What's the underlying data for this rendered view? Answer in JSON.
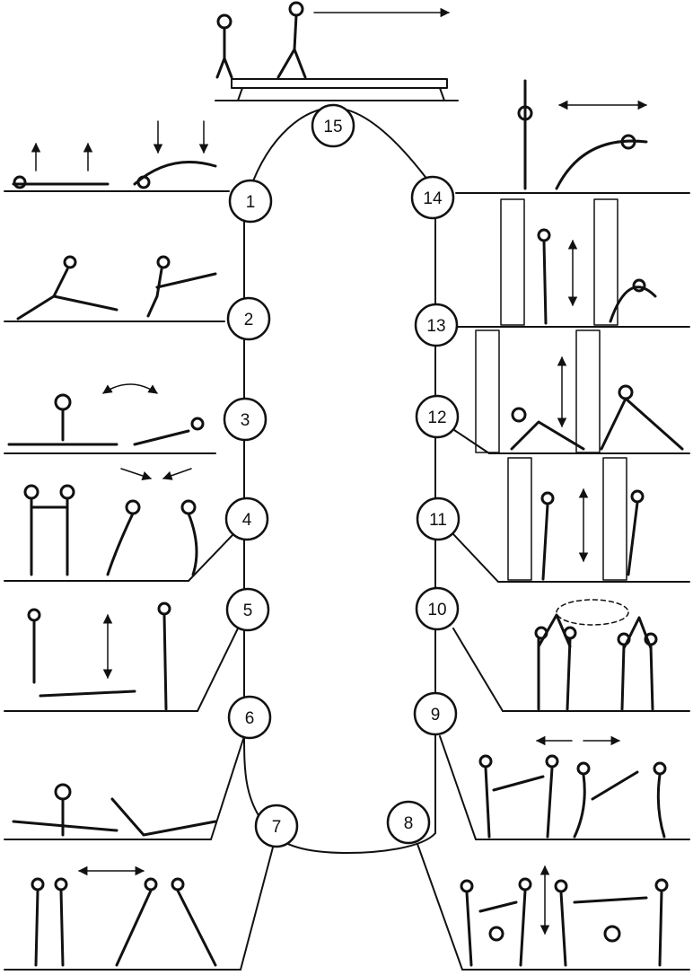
{
  "diagram": {
    "ink_color": "#111111",
    "background": "#ffffff",
    "stations": [
      {
        "id": 1,
        "label": "1"
      },
      {
        "id": 2,
        "label": "2"
      },
      {
        "id": 3,
        "label": "3"
      },
      {
        "id": 4,
        "label": "4"
      },
      {
        "id": 5,
        "label": "5"
      },
      {
        "id": 6,
        "label": "6"
      },
      {
        "id": 7,
        "label": "7"
      },
      {
        "id": 8,
        "label": "8"
      },
      {
        "id": 9,
        "label": "9"
      },
      {
        "id": 10,
        "label": "10"
      },
      {
        "id": 11,
        "label": "11"
      },
      {
        "id": 12,
        "label": "12"
      },
      {
        "id": 13,
        "label": "13"
      },
      {
        "id": 14,
        "label": "14"
      },
      {
        "id": 15,
        "label": "15"
      }
    ]
  }
}
